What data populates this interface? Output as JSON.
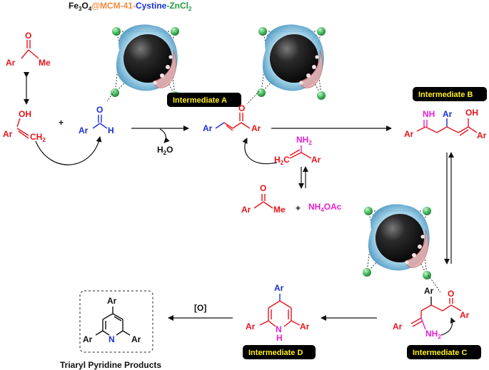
{
  "catalyst": {
    "part1": "Fe",
    "sub1": "3",
    "part2": "O",
    "sub2": "4",
    "part3": "@MCM-41-",
    "part4": "Cystine",
    "part5": "-ZnCl",
    "sub5": "2",
    "color_fe3o4": "#111111",
    "color_mcm": "#f08a3c",
    "color_cystine": "#1a2fd6",
    "color_zncl2": "#1e9a3a"
  },
  "intermediates": {
    "a": "Intermediate A",
    "b": "Intermediate B",
    "c": "Intermediate C",
    "d": "Intermediate D"
  },
  "reagents": {
    "water_h": "H",
    "water_sub": "2",
    "water_o": "O",
    "plus": "+",
    "ammonium": "NH",
    "ammonium_sub": "4",
    "ammonium_tail": "OAc",
    "oxidant": "[O]"
  },
  "atoms": {
    "ar": "Ar",
    "me": "Me",
    "o": "O",
    "oh": "OH",
    "h": "H",
    "ch": "CH",
    "ch_sub": "2",
    "nh": "NH",
    "nh2": "NH",
    "nh2_sub": "2",
    "h2c": "H",
    "h2c_sub": "2",
    "h2c_c": "C",
    "n": "N",
    "nh_ring_n": "N",
    "nh_ring_h": "H"
  },
  "products": {
    "caption": "Triaryl Pyridine Products"
  },
  "colors": {
    "red": "#e8141b",
    "blue": "#1a2fd6",
    "magenta": "#e81fd0",
    "label_bg": "#000000",
    "label_text": "#ffef1a",
    "sphere": "#111111",
    "shell": "#6ab5d8",
    "pink_cap": "#e8a8a8",
    "node_green": "#3fae5a"
  }
}
